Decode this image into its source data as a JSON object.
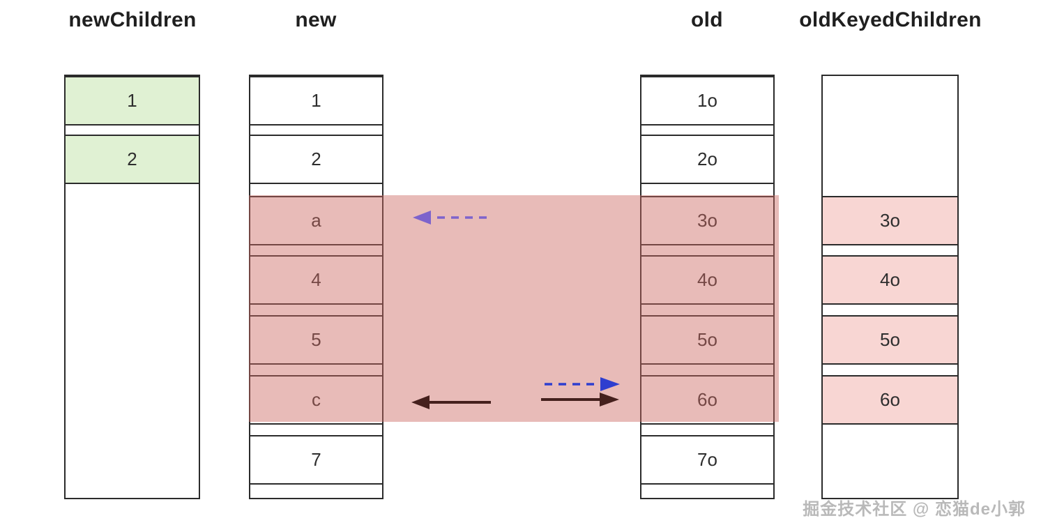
{
  "headers": {
    "col1": "newChildren",
    "col2": "new",
    "col3": "old",
    "col4": "oldKeyedChildren"
  },
  "cells": {
    "new_children": [
      "1",
      "2"
    ],
    "new": [
      "1",
      "2",
      "a",
      "4",
      "5",
      "c",
      "7"
    ],
    "old": [
      "1o",
      "2o",
      "3o",
      "4o",
      "5o",
      "6o",
      "7o"
    ],
    "old_keyed": [
      "3o",
      "4o",
      "5o",
      "6o"
    ]
  },
  "arrows": [
    {
      "name": "dashed-left-arrow",
      "style": "dashed",
      "direction": "left"
    },
    {
      "name": "dashed-right-arrow",
      "style": "dashed",
      "direction": "right"
    },
    {
      "name": "solid-left-arrow",
      "style": "solid",
      "direction": "left"
    },
    {
      "name": "solid-right-arrow",
      "style": "solid",
      "direction": "right"
    }
  ],
  "colors": {
    "cell_border": "#2b2b2b",
    "green_cell": "#e0f1d3",
    "pink_cell": "#f8d6d3",
    "overlay": "rgba(205,105,98,0.45)",
    "arrow_purple": "#7d63cc",
    "arrow_blue": "#2e3ecf",
    "arrow_dark": "#45201d"
  },
  "watermark": "掘金技术社区 @ 恋猫de小郭"
}
